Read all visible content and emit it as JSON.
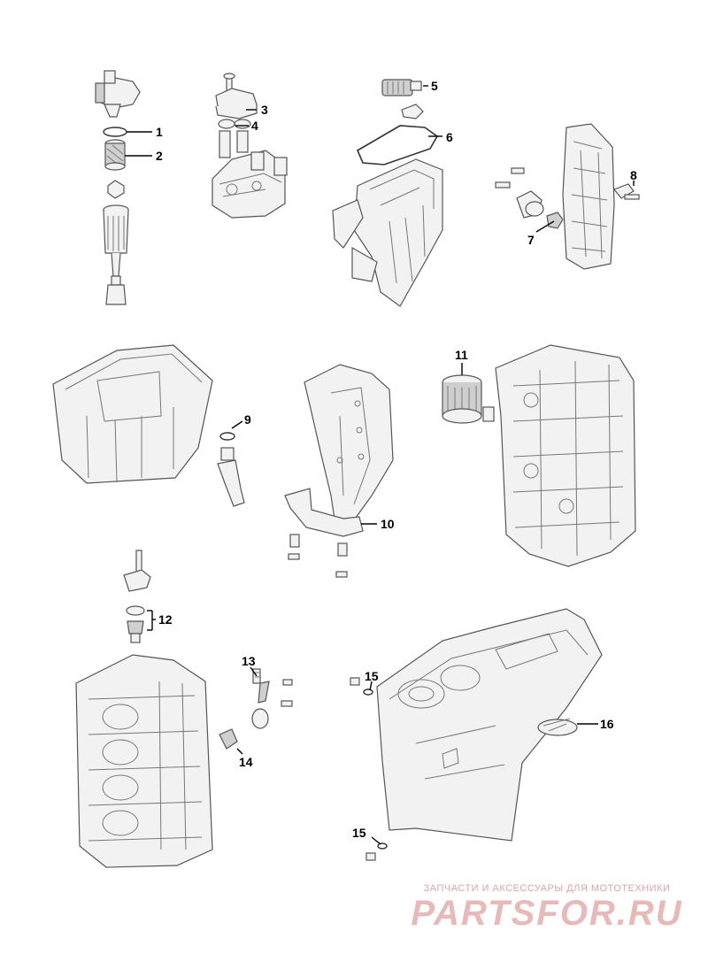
{
  "callouts": {
    "c1": "1",
    "c2": "2",
    "c3": "3",
    "c4": "4",
    "c5": "5",
    "c6": "6",
    "c7": "7",
    "c8": "8",
    "c9": "9",
    "c10": "10",
    "c11": "11",
    "c12": "12",
    "c13": "13",
    "c14": "14",
    "c15a": "15",
    "c15b": "15",
    "c16": "16"
  },
  "watermark": {
    "tagline": "ЗАПЧАСТИ И АКСЕССУАРЫ ДЛЯ МОТОТЕХНИКИ",
    "logo": "PARTSFOR.RU"
  },
  "colors": {
    "line": "#555555",
    "fill": "#f2f2f2",
    "watermark": "#e7b9b9"
  }
}
